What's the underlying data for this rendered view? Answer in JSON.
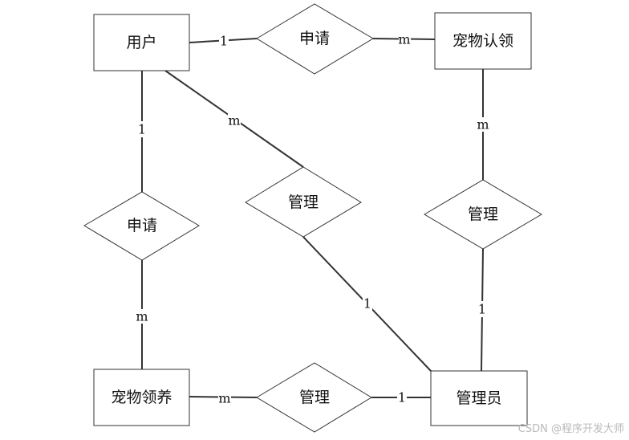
{
  "entities": {
    "user": "用户",
    "pet_adoption": "宠物认领",
    "pet_fostering": "宠物领养",
    "admin": "管理员"
  },
  "relationships": {
    "apply_top": "申请",
    "apply_left": "申请",
    "manage_center": "管理",
    "manage_right": "管理",
    "manage_bottom": "管理"
  },
  "cardinalities": {
    "user_apply_top": "1",
    "apply_top_pet_adoption": "m",
    "user_apply_left": "1",
    "apply_left_pet_fostering": "m",
    "user_manage_center": "m",
    "manage_center_admin": "1",
    "pet_adoption_manage_right": "m",
    "manage_right_admin": "1",
    "pet_fostering_manage_bottom": "m",
    "manage_bottom_admin": "1"
  },
  "watermark": "CSDN @程序开发大师"
}
